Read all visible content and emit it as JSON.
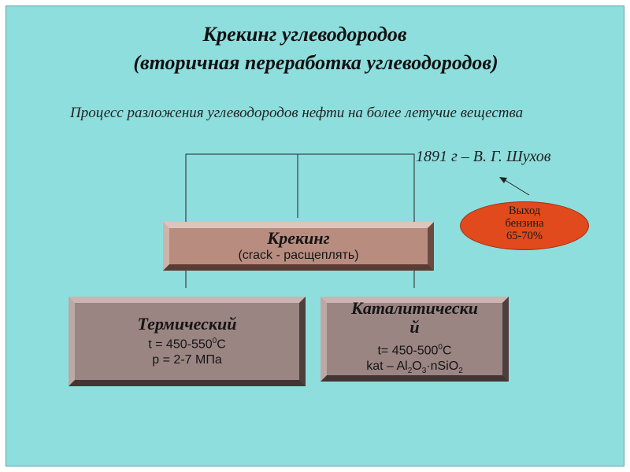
{
  "title": {
    "line1": "Крекинг углеводородов",
    "line2": "(вторичная переработка углеводородов)"
  },
  "description": "Процесс разложения углеводородов нефти на более летучие вещества",
  "discovery": "1891 г – В. Г. Шухов",
  "yield_note": [
    "Выход",
    "бензина",
    "65-70%"
  ],
  "cracking": {
    "heading": "Крекинг",
    "subtitle": "(crack - расщеплять)"
  },
  "thermal": {
    "heading": "Термический",
    "temp_prefix": "t = 450-550",
    "temp_sup": "0",
    "temp_unit": "С",
    "pressure": "р = 2-7 МПа"
  },
  "catalytic": {
    "heading_line1": "Каталитически",
    "heading_line2": "й",
    "temp_prefix": "t= 450-500",
    "temp_sup": "0",
    "temp_unit": "С",
    "kat_prefix": "kat – Al",
    "kat_sub1": "2",
    "kat_mid1": "O",
    "kat_sub2": "3",
    "kat_mid2": "·nSiO",
    "kat_sub3": "2"
  },
  "colors": {
    "slide_bg": "#8fdede",
    "box": "#b88d80",
    "box_dark": "#9a8582",
    "oval": "#e04a1c"
  }
}
